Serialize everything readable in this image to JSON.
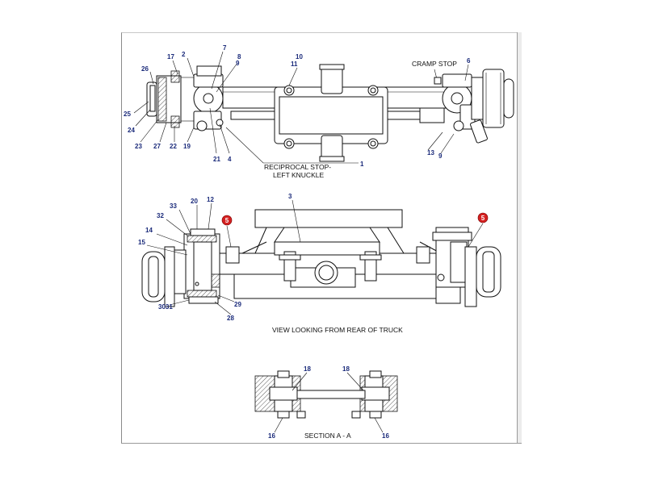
{
  "section_labels": {
    "top_view_cramp": "CRAMP STOP",
    "top_view_recip_1": "RECIPROCAL STOP-",
    "top_view_recip_2": "LEFT KNUCKLE",
    "rear_view": "VIEW LOOKING FROM REAR OF TRUCK",
    "section_aa": "SECTION  A - A"
  },
  "callouts": {
    "c26": "26",
    "c17": "17",
    "c2a": "2",
    "c7": "7",
    "c8": "8",
    "c9a": "9",
    "c10": "10",
    "c11": "11",
    "c6": "6",
    "c25": "25",
    "c24": "24",
    "c23": "23",
    "c27": "27",
    "c22": "22",
    "c19": "19",
    "c21": "21",
    "c4": "4",
    "c1": "1",
    "c13": "13",
    "c9b": "9",
    "c3": "3",
    "c33": "33",
    "c20": "20",
    "c12": "12",
    "c32": "32",
    "c14": "14",
    "c15": "15",
    "c3031": "3031",
    "c29": "29",
    "c28": "28",
    "c5a": "5",
    "c5b": "5",
    "c18a": "18",
    "c18b": "18",
    "c16a": "16",
    "c16b": "16"
  },
  "colors": {
    "callout_text": "#1a2a7a",
    "badge_fill": "#d42020",
    "line": "#111111"
  }
}
